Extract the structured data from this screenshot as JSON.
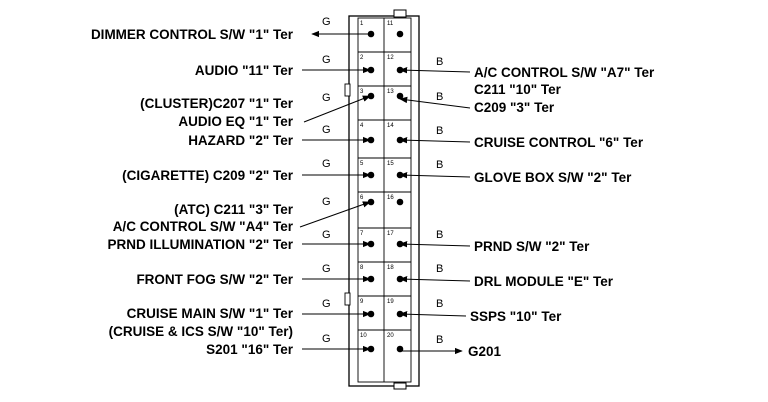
{
  "connector": {
    "pins_left": [
      "1",
      "2",
      "3",
      "4",
      "5",
      "6",
      "7",
      "8",
      "9",
      "10"
    ],
    "pins_right": [
      "11",
      "12",
      "13",
      "14",
      "15",
      "16",
      "17",
      "18",
      "19",
      "20"
    ]
  },
  "left_labels": [
    {
      "text": "DIMMER CONTROL S/W \"1\" Ter",
      "row": 0
    },
    {
      "text": "AUDIO \"11\" Ter",
      "row": 1
    },
    {
      "text": "(CLUSTER)C207 \"1\" Ter",
      "row": 2
    },
    {
      "text": "AUDIO EQ \"1\" Ter",
      "row": 2
    },
    {
      "text": "HAZARD \"2\" Ter",
      "row": 3
    },
    {
      "text": "(CIGARETTE) C209 \"2\" Ter",
      "row": 4
    },
    {
      "text": "(ATC) C211 \"3\" Ter",
      "row": 5
    },
    {
      "text": "A/C CONTROL S/W \"A4\" Ter",
      "row": 5
    },
    {
      "text": "PRND ILLUMINATION \"2\" Ter",
      "row": 6
    },
    {
      "text": "FRONT FOG S/W \"2\" Ter",
      "row": 7
    },
    {
      "text": "CRUISE MAIN S/W \"1\" Ter",
      "row": 8
    },
    {
      "text": "(CRUISE & ICS S/W \"10\" Ter)",
      "row": 8
    },
    {
      "text": "S201 \"16\" Ter",
      "row": 9
    }
  ],
  "right_labels": [
    {
      "text": "A/C CONTROL S/W \"A7\" Ter",
      "row": 1
    },
    {
      "text": "C211 \"10\" Ter",
      "row": 1
    },
    {
      "text": "C209 \"3\" Ter",
      "row": 2
    },
    {
      "text": "CRUISE CONTROL \"6\" Ter",
      "row": 3
    },
    {
      "text": "GLOVE BOX S/W \"2\" Ter",
      "row": 4
    },
    {
      "text": "PRND S/W \"2\" Ter",
      "row": 6
    },
    {
      "text": "DRL MODULE \"E\" Ter",
      "row": 7
    },
    {
      "text": "SSPS \"10\" Ter",
      "row": 8
    },
    {
      "text": "G201",
      "row": 9
    }
  ],
  "wire_colors": {
    "left": [
      "G",
      "G",
      "G",
      "G",
      "G",
      "G",
      "G",
      "G",
      "G",
      "G"
    ],
    "right": [
      "B",
      "B",
      "B",
      "B",
      "B",
      "B",
      "B",
      "B"
    ]
  }
}
